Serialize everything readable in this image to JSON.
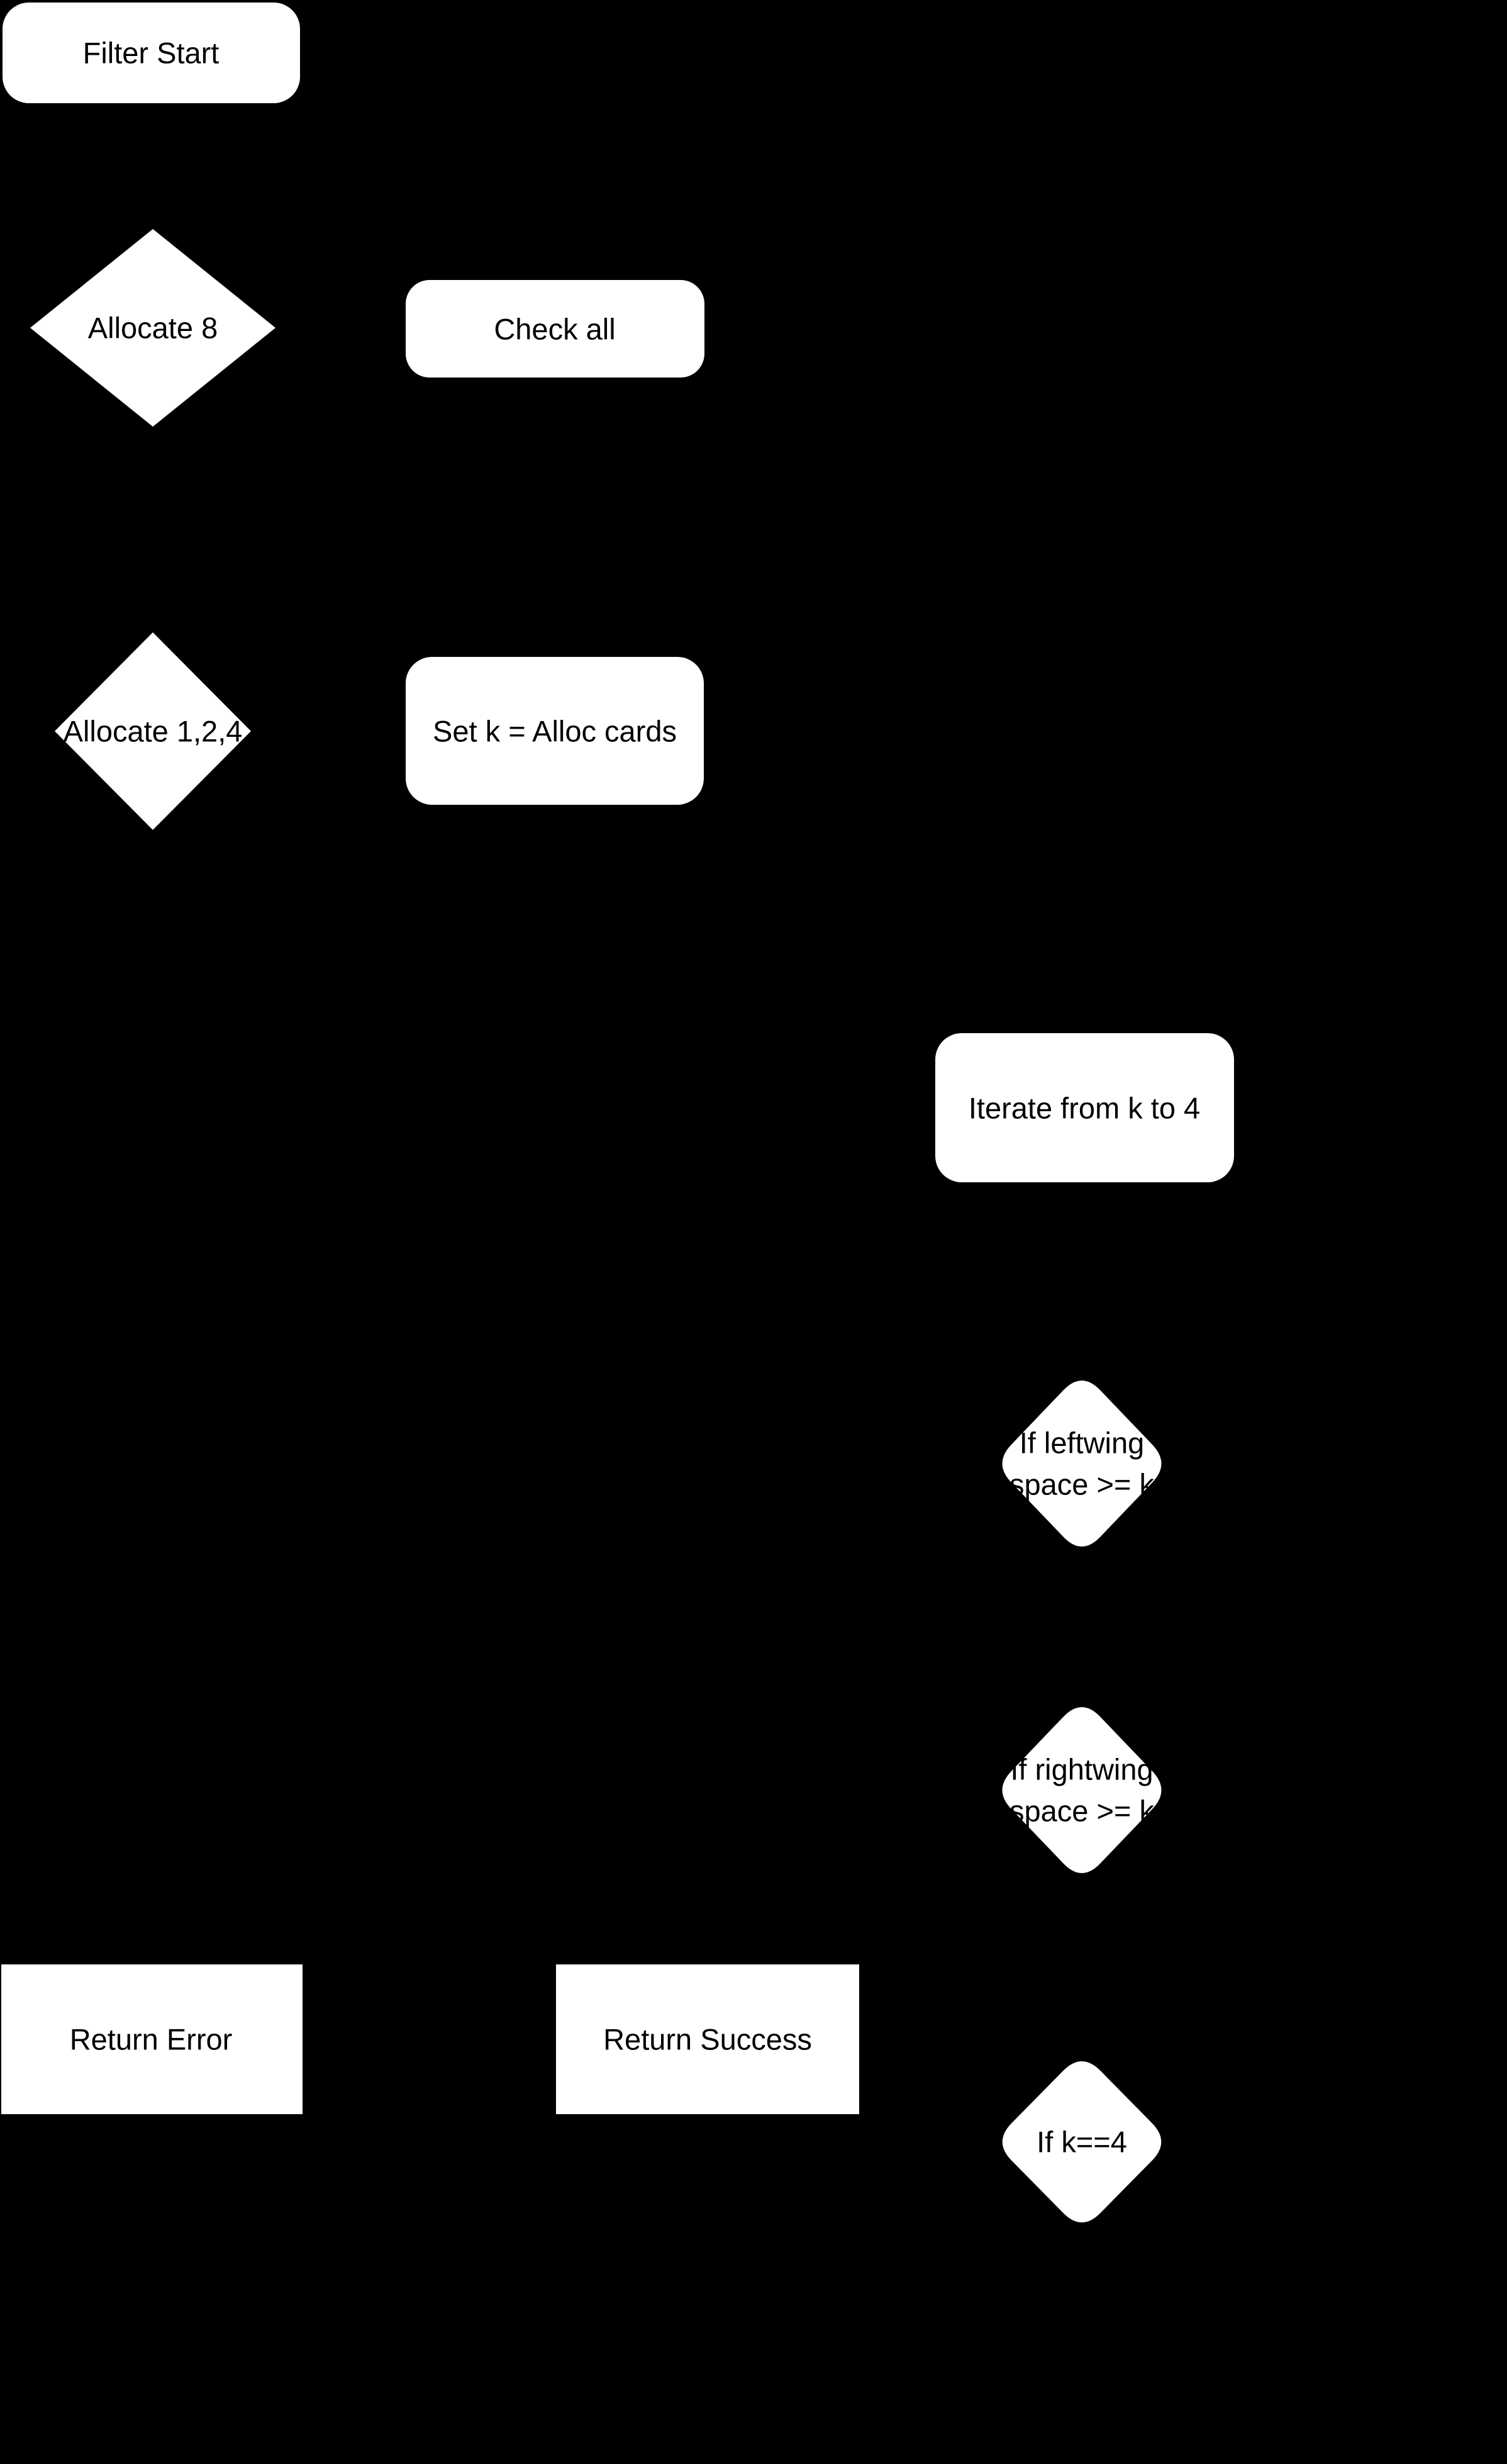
{
  "diagram": {
    "type": "flowchart",
    "background_color": "#000000",
    "node_fill_color": "#ffffff",
    "node_text_color": "#000000",
    "nodes": {
      "filter_start": {
        "label": "Filter Start",
        "shape": "rounded-rectangle"
      },
      "allocate_8": {
        "label": "Allocate 8",
        "shape": "diamond"
      },
      "check_all": {
        "label": "Check all",
        "shape": "rounded-rectangle"
      },
      "allocate_124": {
        "label": "Allocate 1,2,4",
        "shape": "diamond"
      },
      "set_k": {
        "label": "Set k = Alloc cards",
        "shape": "rounded-rectangle"
      },
      "iterate": {
        "label": "Iterate from k to 4",
        "shape": "rounded-rectangle"
      },
      "if_leftwing": {
        "label": "If leftwing space >= k",
        "label_lines": [
          "If leftwing",
          "space >= k"
        ],
        "shape": "rounded-diamond"
      },
      "if_rightwing": {
        "label": "If rightwing space >= k",
        "label_lines": [
          "If rightwing",
          "space >= k"
        ],
        "shape": "rounded-diamond"
      },
      "return_error": {
        "label": "Return Error",
        "shape": "rectangle"
      },
      "return_success": {
        "label": "Return Success",
        "shape": "rectangle"
      },
      "if_k4": {
        "label": "If k==4",
        "shape": "rounded-diamond"
      }
    }
  }
}
